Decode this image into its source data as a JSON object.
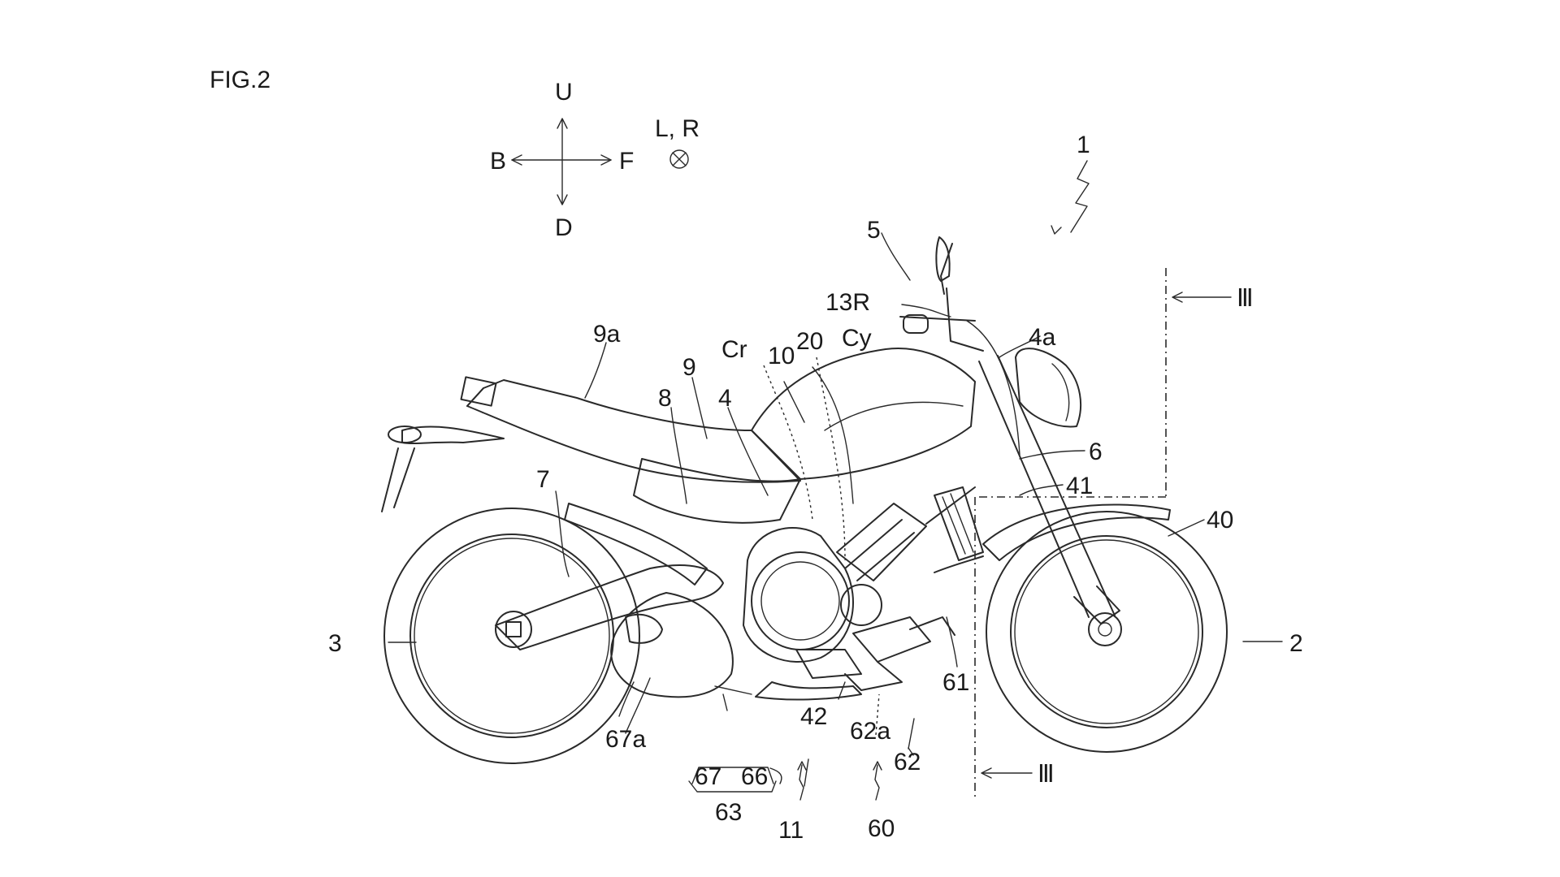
{
  "figure": {
    "title": "FIG.2",
    "directions": {
      "up": "U",
      "down": "D",
      "back": "B",
      "front": "F",
      "lateral": "L, R"
    },
    "section": {
      "label_top": "Ⅲ",
      "label_bottom": "Ⅲ"
    },
    "reference_numerals": {
      "vehicle": "1",
      "front_wheel": "2",
      "rear_wheel": "3",
      "frame": "4",
      "frame_head": "4a",
      "handlebar": "5",
      "front_fork": "6",
      "swing_arm": "7",
      "seat_rail": "8",
      "seat": "9",
      "seat_tail": "9a",
      "fuel_tank": "10",
      "engine_unit": "11",
      "right_grip": "13R",
      "engine_body": "20",
      "crankcase": "Cr",
      "cylinder": "Cy",
      "radiator": "40",
      "radiator_hose": "41",
      "oil_pan": "42",
      "catalyst_unit": "60",
      "exhaust_pipe": "61",
      "catalyst": "62",
      "catalyst_case": "62a",
      "silencer_assy": "63",
      "upstream_pipe": "66",
      "muffler": "67",
      "outlet": "67a"
    }
  }
}
